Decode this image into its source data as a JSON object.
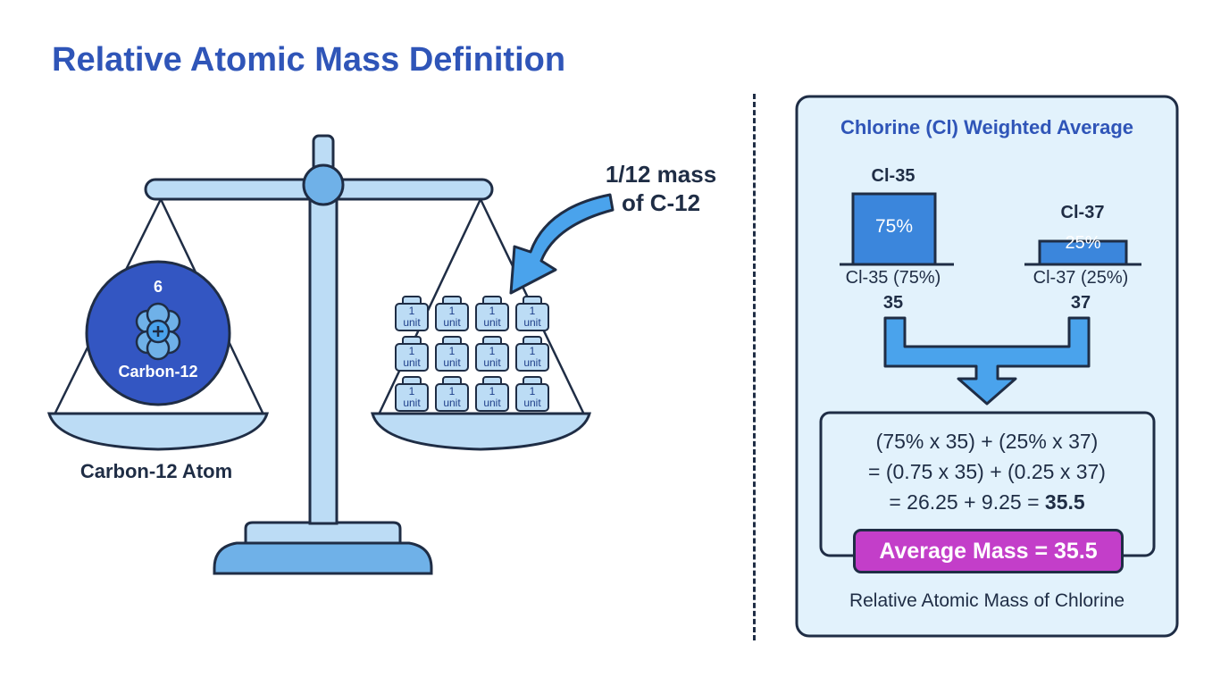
{
  "title": "Relative Atomic Mass Definition",
  "colors": {
    "title": "#2f55b8",
    "outline": "#1f2d45",
    "scale_fill": "#bcdcf5",
    "scale_dark": "#6fb1e8",
    "atom_fill": "#3356c2",
    "panel_bg": "#e2f2fc",
    "isotope_bar": "#3b86dc",
    "arrow_fill": "#4aa3ec",
    "badge": "#c33ec9"
  },
  "scale": {
    "left_pan": {
      "atom_label": "Carbon-12",
      "atomic_number": "6",
      "caption": "Carbon-12 Atom"
    },
    "right_pan": {
      "unit_weight_label": "1\nunit",
      "unit_weight_count": 12
    },
    "callout": {
      "line1": "1/12 mass",
      "line2": "of C-12"
    }
  },
  "panel": {
    "title": "Chlorine (Cl) Weighted Average",
    "isotopes": [
      {
        "name": "Cl-35",
        "percent": "75%",
        "label": "Cl-35 (75%)",
        "mass": "35",
        "abundance": 0.75
      },
      {
        "name": "Cl-37",
        "percent": "25%",
        "label": "Cl-37 (25%)",
        "mass": "37",
        "abundance": 0.25
      }
    ],
    "calculation": {
      "line1": "(75% x 35) + (25% x 37)",
      "line2": "= (0.75 x 35) + (0.25 x 37)",
      "line3_prefix": "= 26.25 + 9.25 = ",
      "line3_result": "35.5"
    },
    "badge": "Average Mass = 35.5",
    "caption": "Relative Atomic Mass of Chlorine"
  }
}
